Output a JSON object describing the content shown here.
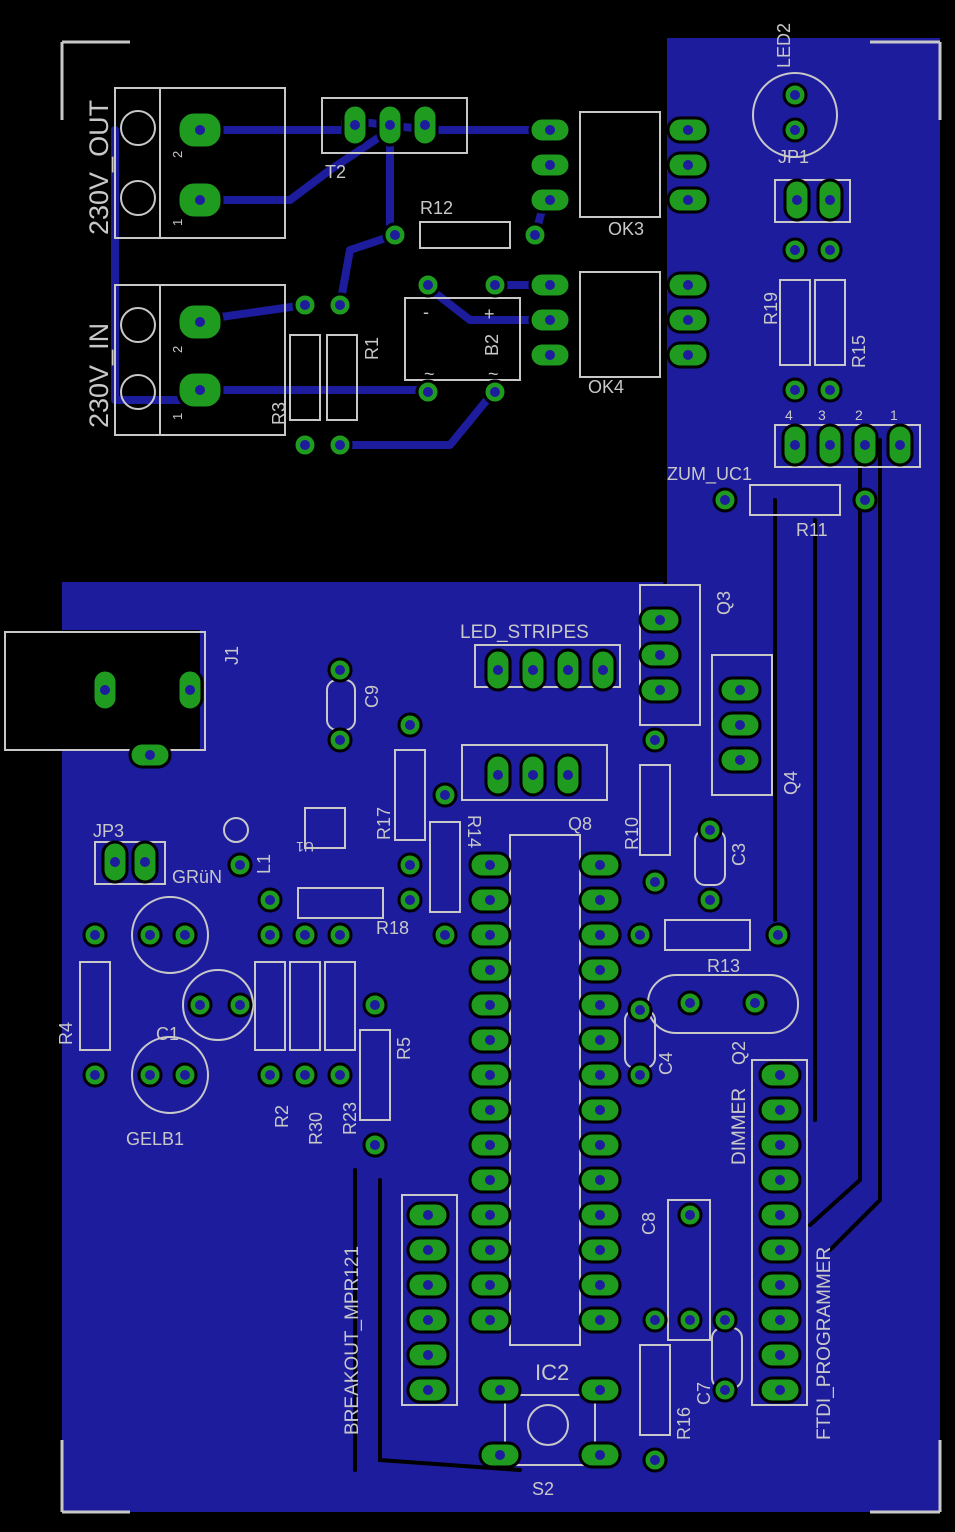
{
  "colors": {
    "background": "#000000",
    "copper": "#1c1c9c",
    "trace": "#1c1c9c",
    "isolation": "#000000",
    "pad": "#1f9b1f",
    "drill": "#1c1c9c",
    "silk": "#c8c8c8",
    "outline": "#ffffff"
  },
  "labels": {
    "out_230": "230V_OUT",
    "in_230": "230V_IN",
    "t2": "T2",
    "r12": "R12",
    "ok3": "OK3",
    "ok4": "OK4",
    "led2": "LED2",
    "jp1": "JP1",
    "r19": "R19",
    "r15": "R15",
    "r1": "R1",
    "r3": "R3",
    "b2": "B2",
    "zum_uc1": "ZUM_UC1",
    "r11": "R11",
    "j1": "J1",
    "c9": "C9",
    "led_stripes": "LED_STRIPES",
    "q3": "Q3",
    "q4": "Q4",
    "q8": "Q8",
    "r17": "R17",
    "r14": "R14",
    "r10": "R10",
    "c3": "C3",
    "u1": "U1",
    "l1": "L1",
    "jp3": "JP3",
    "gruen": "GRüN",
    "r18": "R18",
    "r13": "R13",
    "r4": "R4",
    "c1": "C1",
    "r2": "R2",
    "r30": "R30",
    "r23": "R23",
    "r5": "R5",
    "c4": "C4",
    "q2": "Q2",
    "dimmer": "DIMMER",
    "gelb1": "GELB1",
    "c8": "C8",
    "ftdi": "FTDI_PROGRAMMER",
    "breakout": "BREAKOUT_MPR121",
    "ic2": "IC2",
    "r16": "R16",
    "c7": "C7",
    "s2": "S2",
    "pin4": "4",
    "pin3": "3",
    "pin2": "2",
    "pin1": "1",
    "term2a": "2",
    "term1a": "1",
    "term2b": "2",
    "term1b": "1",
    "b2_plus": "+",
    "b2_minus": "-",
    "b2_ac1": "~",
    "b2_ac2": "~"
  }
}
